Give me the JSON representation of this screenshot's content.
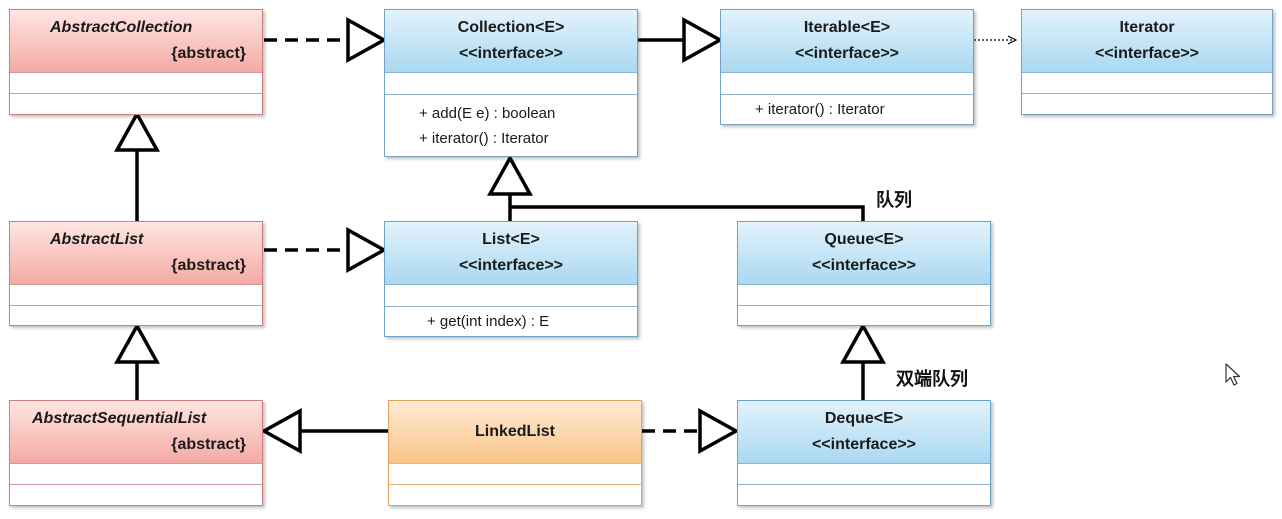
{
  "boxes": {
    "abstract_collection": {
      "name": "AbstractCollection",
      "stereotype": "{abstract}"
    },
    "collection": {
      "name": "Collection<E>",
      "stereotype": "<<interface>>",
      "methods": [
        "+ add(E e) : boolean",
        "+ iterator() : Iterator"
      ]
    },
    "iterable": {
      "name": "Iterable<E>",
      "stereotype": "<<interface>>",
      "methods": [
        "+ iterator() : Iterator"
      ]
    },
    "iterator": {
      "name": "Iterator",
      "stereotype": "<<interface>>"
    },
    "abstract_list": {
      "name": "AbstractList",
      "stereotype": "{abstract}"
    },
    "list": {
      "name": "List<E>",
      "stereotype": "<<interface>>",
      "methods": [
        "+ get(int index) : E"
      ]
    },
    "queue": {
      "name": "Queue<E>",
      "stereotype": "<<interface>>"
    },
    "abstract_sequential_list": {
      "name": "AbstractSequentialList",
      "stereotype": "{abstract}"
    },
    "linked_list": {
      "name": "LinkedList"
    },
    "deque": {
      "name": "Deque<E>",
      "stereotype": "<<interface>>"
    }
  },
  "notes": {
    "queue_note": "队列",
    "deque_note": "双端队列"
  },
  "colors": {
    "interface_fill": "#a9d8f1",
    "abstract_fill": "#f4aaa4",
    "concrete_fill": "#f9c489",
    "edge": "#000000"
  }
}
